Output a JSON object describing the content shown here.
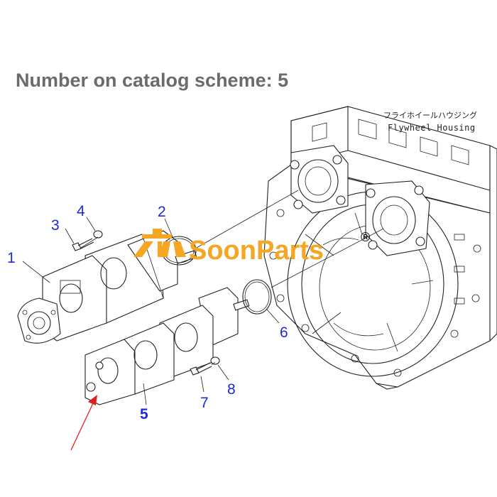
{
  "title": "Number on catalog scheme: 5",
  "housing_label_jp": "フライホイールハウジング",
  "housing_label_en": "Flywheel Housing",
  "watermark": {
    "brand": "SoonParts",
    "registered": "®",
    "color": "#f5a623"
  },
  "callouts": {
    "c1": "1",
    "c2": "2",
    "c3": "3",
    "c4": "4",
    "c5": "5",
    "c6": "6",
    "c7": "7",
    "c8": "8"
  },
  "callout_color": "#1f2ad6",
  "arrow_color": "#e02020"
}
